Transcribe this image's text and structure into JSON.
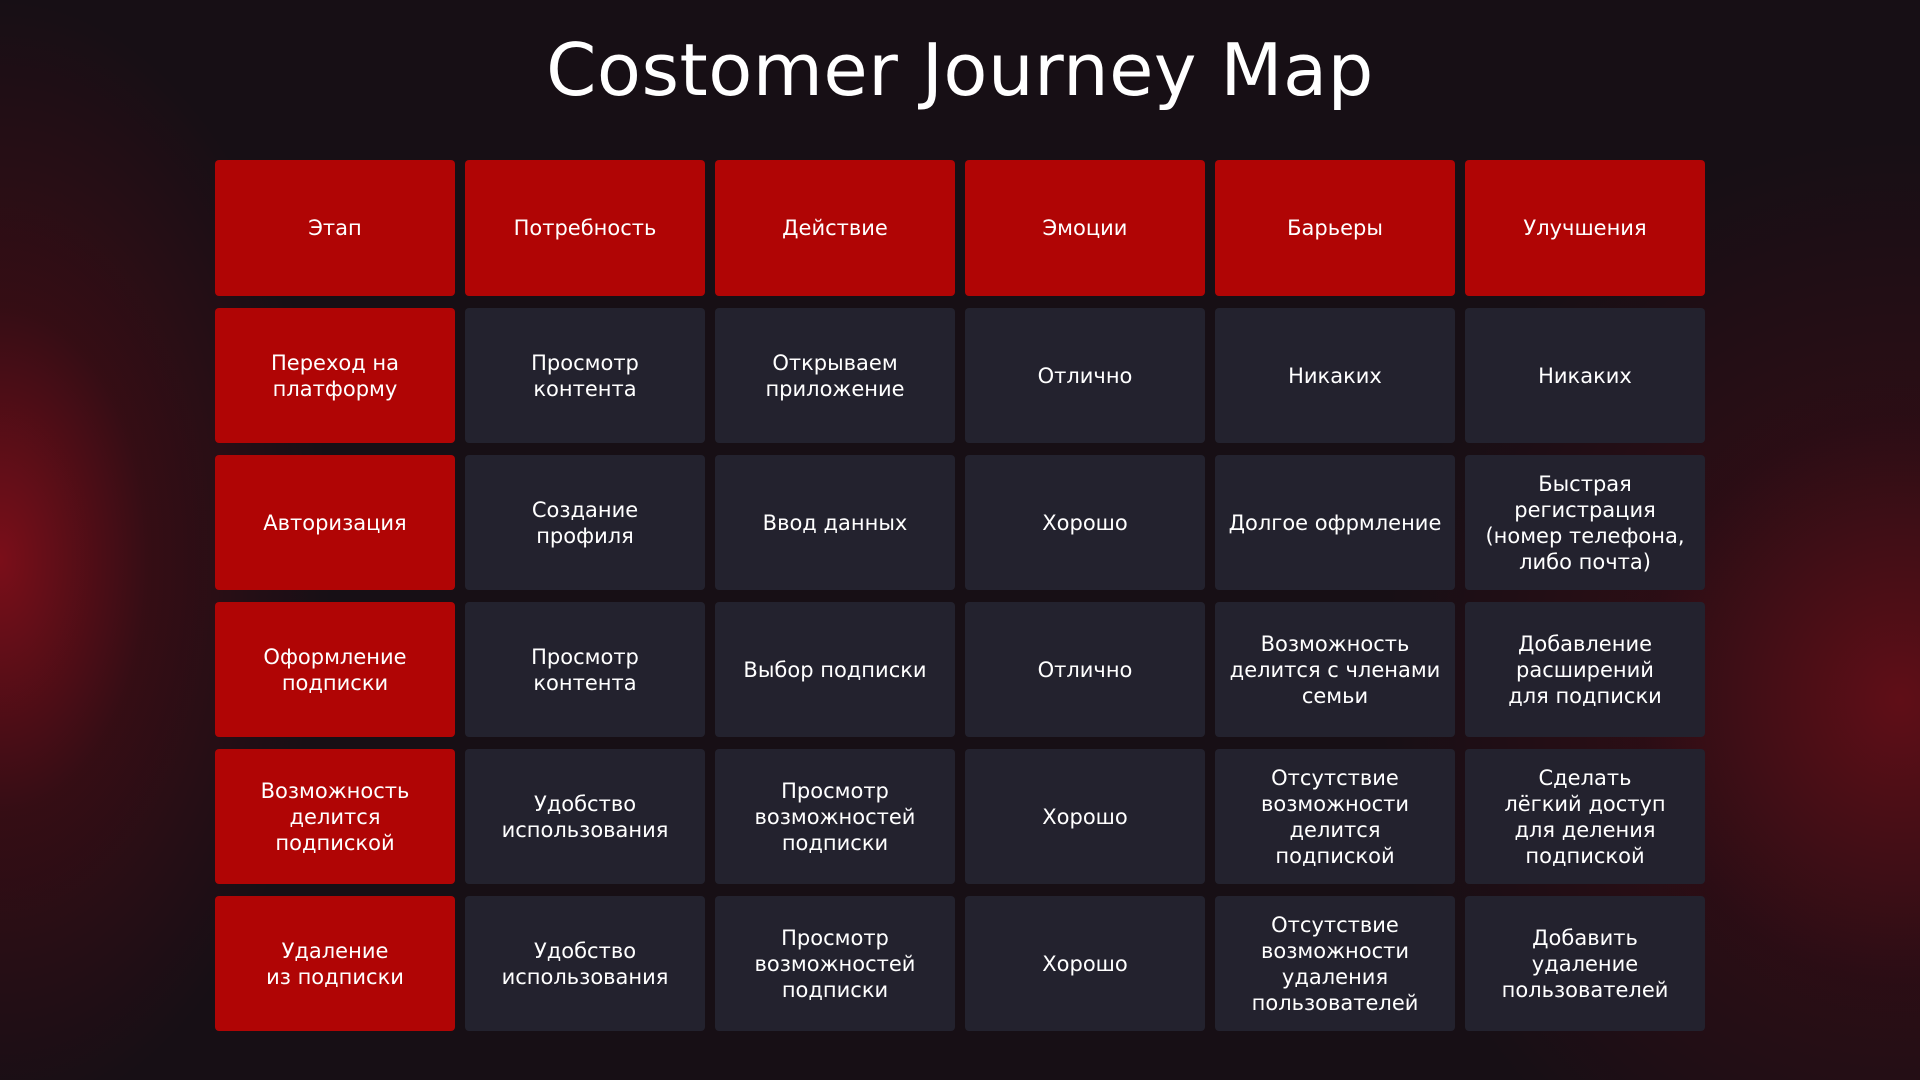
{
  "title": "Costomer Journey Map",
  "colors": {
    "accent_red": "#b00505",
    "cell_dark": "#23222e",
    "background": "#170f15",
    "text": "#ffffff"
  },
  "table": {
    "headers": [
      "Этап",
      "Потребность",
      "Действие",
      "Эмоции",
      "Барьеры",
      "Улучшения"
    ],
    "rows": [
      [
        "Переход на\nплатформу",
        "Просмотр\nконтента",
        "Открываем\nприложение",
        "Отлично",
        "Никаких",
        "Никаких"
      ],
      [
        "Авторизация",
        "Создание\nпрофиля",
        "Ввод данных",
        "Хорошо",
        "Долгое офрмление",
        "Быстрая\nрегистрация\n(номер телефона,\nлибо почта)"
      ],
      [
        "Оформление\nподписки",
        "Просмотр\nконтента",
        "Выбор подписки",
        "Отлично",
        "Возможность\nделится с членами\nсемьи",
        "Добавление\nрасширений\nдля подписки"
      ],
      [
        "Возможность\nделится подпиской",
        "Удобство\nиспользования",
        "Просмотр\nвозможностей\nподписки",
        "Хорошо",
        "Отсутствие\nвозможности\nделится\nподпиской",
        "Сделать\nлёгкий доступ\nдля деления\nподпиской"
      ],
      [
        "Удаление\nиз подписки",
        "Удобство\nиспользования",
        "Просмотр\nвозможностей\nподписки",
        "Хорошо",
        "Отсутствие\nвозможности\nудаления\nпользователей",
        "Добавить\nудаление\nпользователей"
      ]
    ]
  }
}
